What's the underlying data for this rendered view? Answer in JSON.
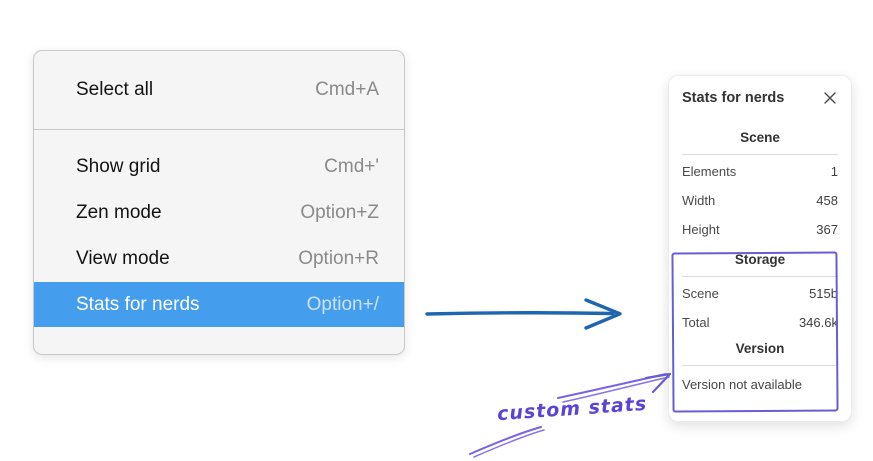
{
  "context_menu": {
    "items": [
      {
        "label": "Select all",
        "shortcut": "Cmd+A",
        "highlighted": false
      },
      {
        "label": "Show grid",
        "shortcut": "Cmd+'",
        "highlighted": false
      },
      {
        "label": "Zen mode",
        "shortcut": "Option+Z",
        "highlighted": false
      },
      {
        "label": "View mode",
        "shortcut": "Option+R",
        "highlighted": false
      },
      {
        "label": "Stats for nerds",
        "shortcut": "Option+/",
        "highlighted": true
      }
    ]
  },
  "stats_panel": {
    "title": "Stats for nerds",
    "sections": [
      {
        "header": "Scene",
        "rows": [
          {
            "label": "Elements",
            "value": "1"
          },
          {
            "label": "Width",
            "value": "458"
          },
          {
            "label": "Height",
            "value": "367"
          }
        ]
      },
      {
        "header": "Storage",
        "rows": [
          {
            "label": "Scene",
            "value": "515b"
          },
          {
            "label": "Total",
            "value": "346.6k"
          }
        ]
      },
      {
        "header": "Version",
        "message": "Version not available"
      }
    ]
  },
  "annotation": {
    "text": "custom stats"
  },
  "colors": {
    "menu_highlight": "#459ded",
    "blue_arrow": "#1e67b0",
    "purple_annotation": "#6a5cd5",
    "purple_text": "#5b43d6"
  }
}
